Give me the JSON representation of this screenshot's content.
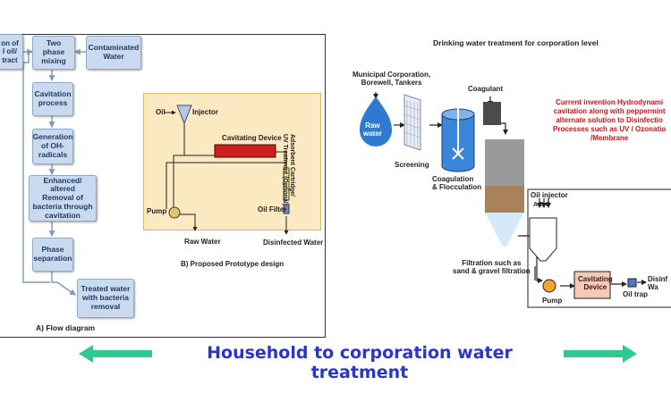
{
  "left_panel": {
    "flow": {
      "cut_box": "on of\nl oil/\ntract",
      "two_phase": "Two phase\nmixing",
      "contaminated": "Contaminated\nWater",
      "cavitation": "Cavitation\nprocess",
      "generation": "Generation\nof OH-\nradicals",
      "enhanced": "Enhanced/ altered\nRemoval of\nbacteria through\ncavitation",
      "phase_sep": "Phase\nseparation",
      "treated": "Treated water\nwith bacteria\nremoval",
      "caption": "A) Flow diagram"
    },
    "prototype": {
      "oil": "Oil",
      "injector": "Injector",
      "cavitating_device": "Cavitating Device",
      "adsorbent": "Adsorbent Cartridge/\nUV Treatment (Optional)",
      "pump": "Pump",
      "oil_filter": "Oil Filter",
      "raw_water": "Raw Water",
      "disinfected": "Disinfected Water",
      "caption": "B) Proposed Prototype design"
    }
  },
  "right_panel": {
    "title": "Drinking water treatment for corporation level",
    "municipal": "Municipal Corporation,\nBorewell, Tankers",
    "raw_water": "Raw\nwater",
    "coagulant": "Coagulant",
    "screening": "Screening",
    "coagulation": "Coagulation\n& Flocculation",
    "filtration": "Filtration such as\nsand & gravel filtration",
    "red_note": "Current invention Hydrodynami\ncavitation along with peppermint\nalternate solution to Disinfectio\nProcesses such as UV / Ozonatio\n/Membrane",
    "oil_injector": "Oil injector",
    "abc": "A B C",
    "cavitating_device": "Cavitating\nDevice",
    "pump": "Pump",
    "oil_trap": "Oil trap",
    "disinfected_cut": "Disinf\nWa"
  },
  "banner": {
    "text": "Household to corporation water treatment"
  },
  "colors": {
    "box_fill": "#c9d9ee",
    "proto_bg": "#fbe9c2",
    "banner_text": "#2a35c9",
    "arrow": "#2ec98f",
    "note_red": "#d0121b",
    "water_blue": "#2e7ad1"
  }
}
